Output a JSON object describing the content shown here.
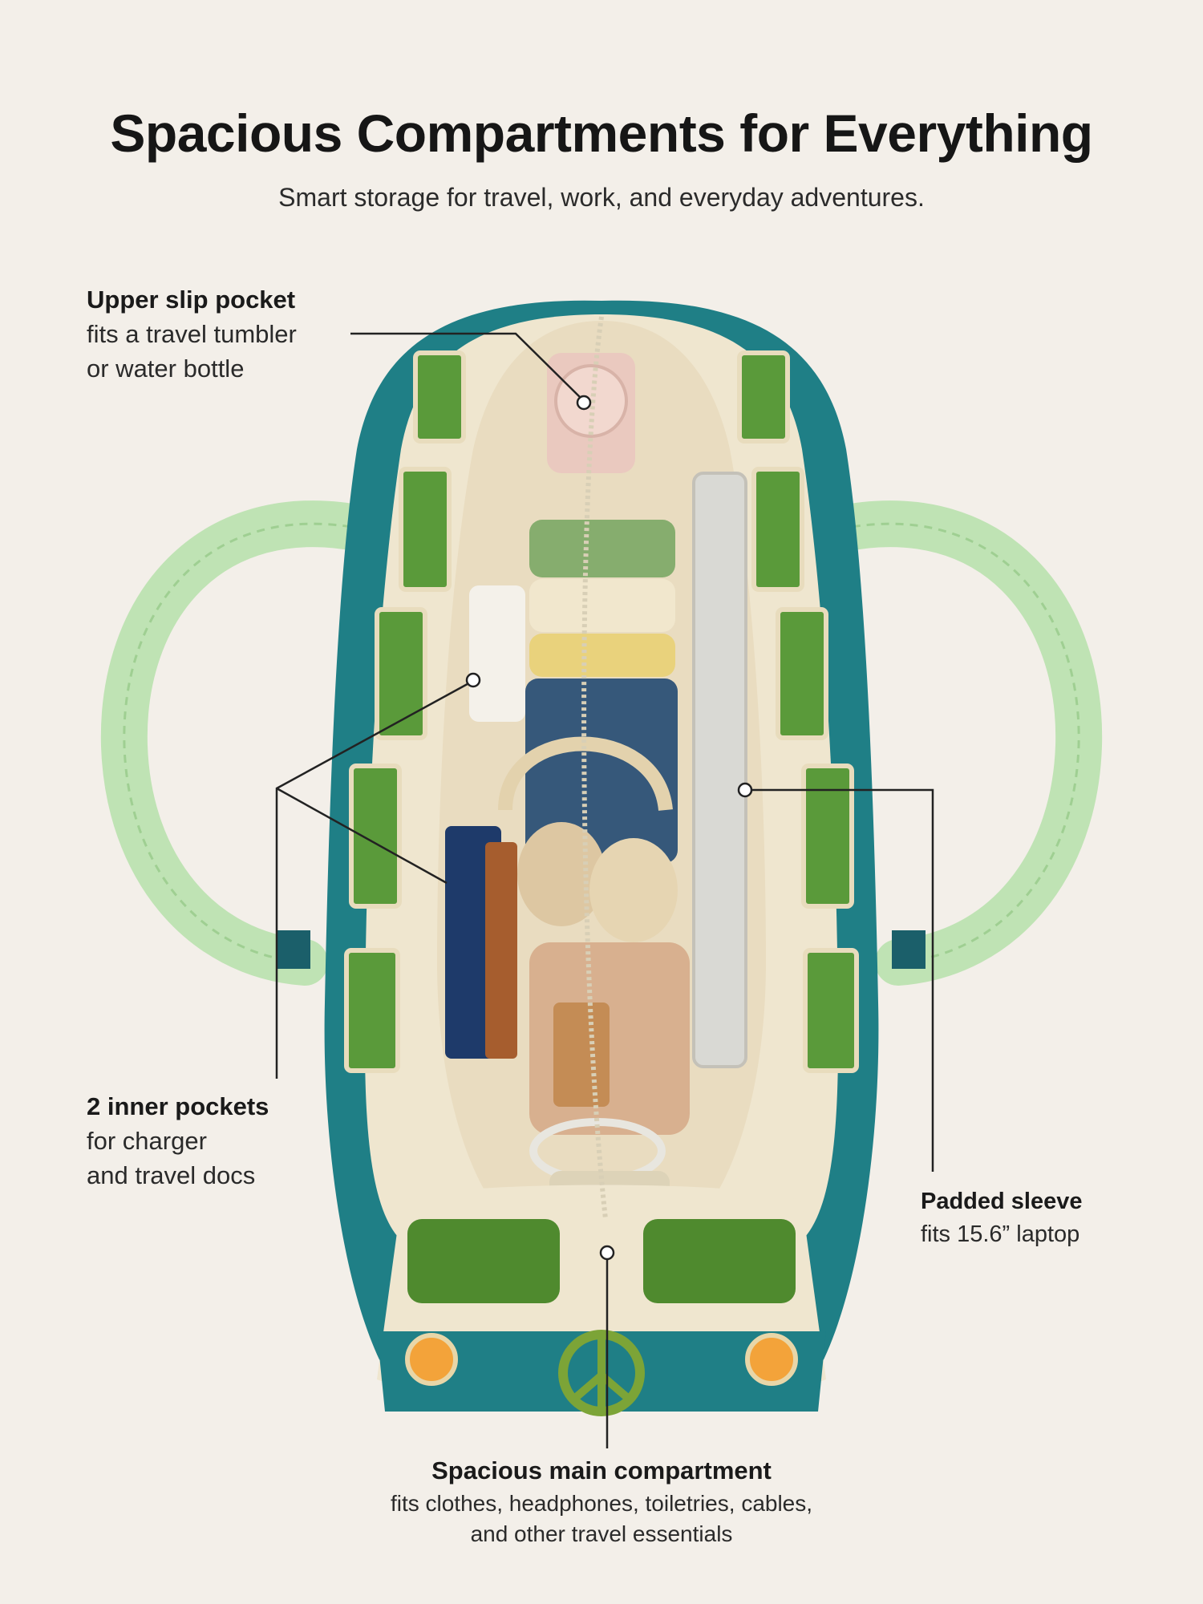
{
  "header": {
    "title": "Spacious Compartments for Everything",
    "subtitle": "Smart storage for travel, work, and everyday adventures."
  },
  "callouts": {
    "upper_pocket": {
      "heading": "Upper slip pocket",
      "line1": "fits a travel tumbler",
      "line2": "or water bottle"
    },
    "inner_pockets": {
      "heading": "2 inner pockets",
      "line1": "for charger",
      "line2": "and travel docs"
    },
    "padded_sleeve": {
      "heading": "Padded sleeve",
      "line1": "fits 15.6” laptop"
    },
    "main_compartment": {
      "heading": "Spacious main compartment",
      "line1": "fits clothes, headphones, toiletries, cables,",
      "line2": "and other travel essentials"
    }
  },
  "colors": {
    "background": "#f3efe9",
    "teal": "#1f7f86",
    "cream": "#efe6cf",
    "handle_green": "#bfe3b4",
    "forest_green": "#4f8a2e"
  }
}
